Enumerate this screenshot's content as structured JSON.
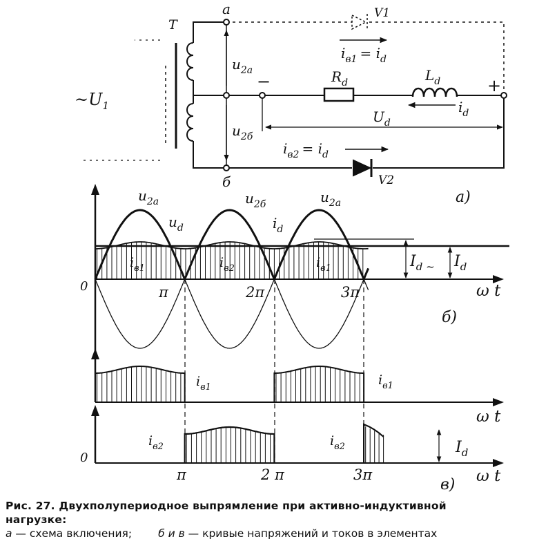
{
  "circuit": {
    "node_a": "а",
    "node_b": "б",
    "transformer": "T",
    "source": "~U",
    "source_sub": "1",
    "u2a": "u",
    "u2a_sub": "2а",
    "u2b": "u",
    "u2b_sub": "2б",
    "v1": "V1",
    "v2": "V2",
    "iv1": "i",
    "iv1_sub": "в1",
    "iv1_eq": "= i",
    "iv1_eq_sub": "d",
    "iv2": "i",
    "iv2_sub": "в2",
    "iv2_eq": "= i",
    "iv2_eq_sub": "d",
    "rd": "R",
    "rd_sub": "d",
    "ld": "L",
    "ld_sub": "d",
    "id": "i",
    "id_sub": "d",
    "ud": "U",
    "ud_sub": "d",
    "minus": "−",
    "plus": "+",
    "panel": "а)"
  },
  "plot_b": {
    "u2a_1": "u",
    "u2a_1_sub": "2а",
    "u2b": "u",
    "u2b_sub": "2б",
    "u2a_2": "u",
    "u2a_2_sub": "2а",
    "ud": "u",
    "ud_sub": "d",
    "id": "i",
    "id_sub": "d",
    "iv1_1": "i",
    "iv1_1_sub": "в1",
    "iv2": "i",
    "iv2_sub": "в2",
    "iv1_2": "i",
    "iv1_2_sub": "в1",
    "Id_tilde": "I",
    "Id_tilde_sub": "d ~",
    "Id": "I",
    "Id_sub": "d",
    "zero": "0",
    "pi": "π",
    "two_pi": "2π",
    "three_pi": "3π",
    "axis": "ω t",
    "panel": "б)"
  },
  "plot_v": {
    "iv1_1": "i",
    "iv1_1_sub": "в1",
    "iv1_2": "i",
    "iv1_2_sub": "в1",
    "axis_top": "ω t",
    "iv2_1": "i",
    "iv2_1_sub": "в2",
    "iv2_2": "i",
    "iv2_2_sub": "в2",
    "Id": "I",
    "Id_sub": "d",
    "zero": "0",
    "pi": "π",
    "two_pi": "2 π",
    "three_pi": "3π",
    "axis": "ω t",
    "panel": "в)"
  },
  "caption": {
    "line1": "Рис. 27. Двухполупериодное выпрямление при активно-индуктивной",
    "line2": "нагрузке:",
    "a_letter": "а",
    "a_text": " — схема включения;",
    "bv_letters": "б и в",
    "bv_text": " — кривые напряжений и токов в элементах"
  }
}
